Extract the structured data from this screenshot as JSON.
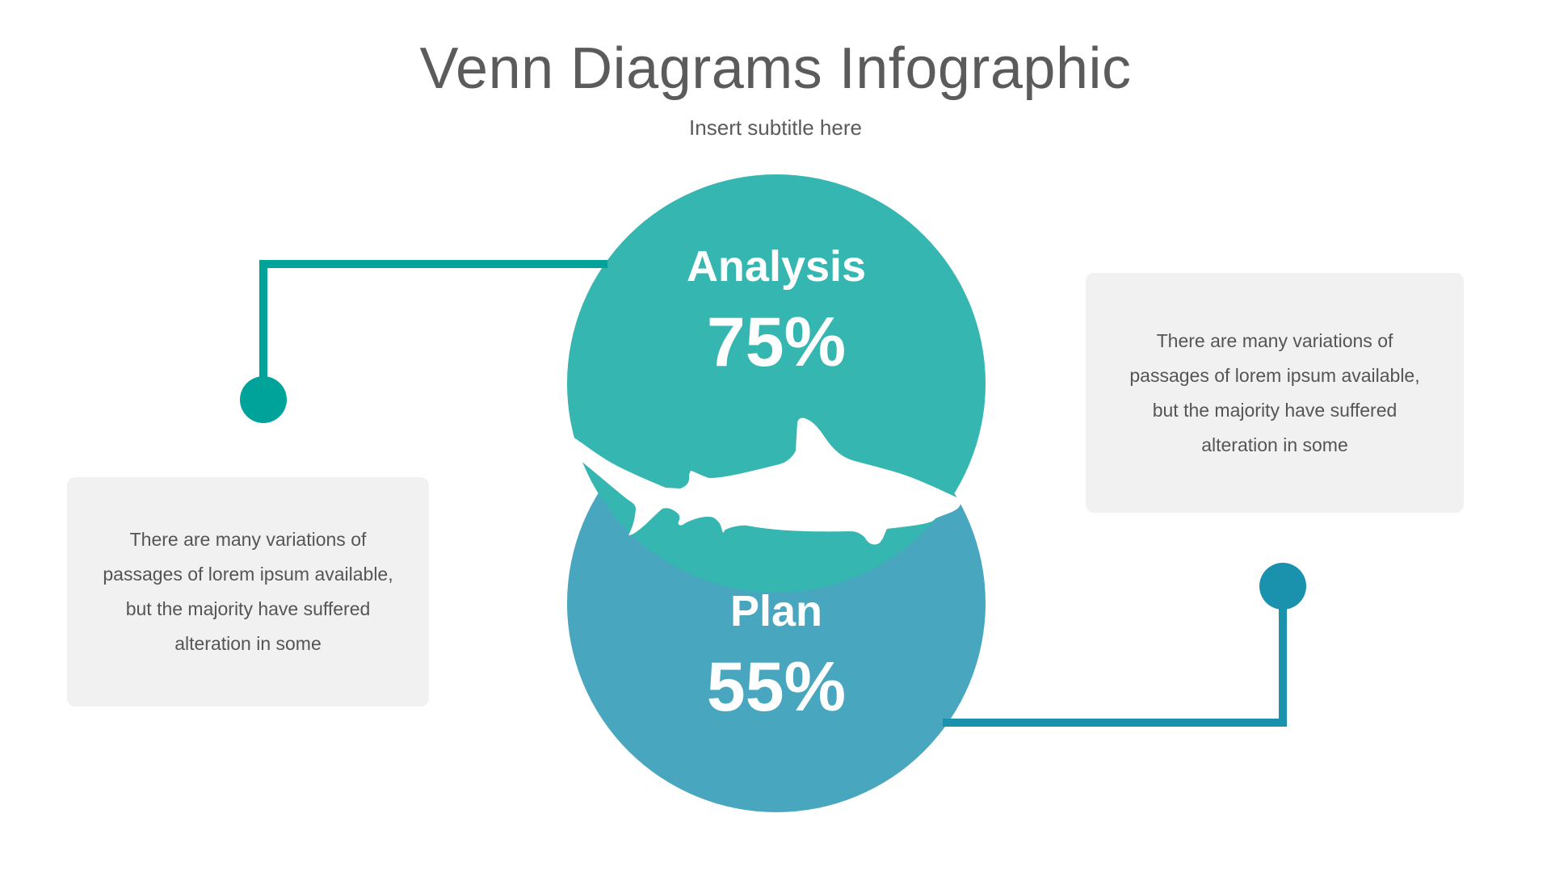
{
  "header": {
    "title": "Venn Diagrams Infographic",
    "subtitle": "Insert subtitle here"
  },
  "venn": {
    "top_circle": {
      "label": "Analysis",
      "value": "75%",
      "color": "#36B6B0"
    },
    "bottom_circle": {
      "label": "Plan",
      "value": "55%",
      "color": "#48A6BE"
    },
    "overlap_icon": "shark-silhouette-icon"
  },
  "connectors": {
    "left": {
      "color": "#00A39A"
    },
    "right": {
      "color": "#1A92AD"
    }
  },
  "info_boxes": {
    "left": {
      "text": "There are many variations of passages of lorem ipsum available, but the majority have suffered alteration in some"
    },
    "right": {
      "text": "There are many variations of passages of lorem ipsum available, but the majority have suffered alteration in some"
    }
  },
  "chart_data": {
    "type": "venn",
    "title": "Venn Diagrams Infographic",
    "subtitle": "Insert subtitle here",
    "sets": [
      {
        "name": "Analysis",
        "value": 75,
        "unit": "%",
        "color": "#36B6B0"
      },
      {
        "name": "Plan",
        "value": 55,
        "unit": "%",
        "color": "#48A6BE"
      }
    ],
    "annotations": [
      "There are many variations of passages of lorem ipsum available, but the majority have suffered alteration in some",
      "There are many variations of passages of lorem ipsum available, but the majority have suffered alteration in some"
    ]
  }
}
